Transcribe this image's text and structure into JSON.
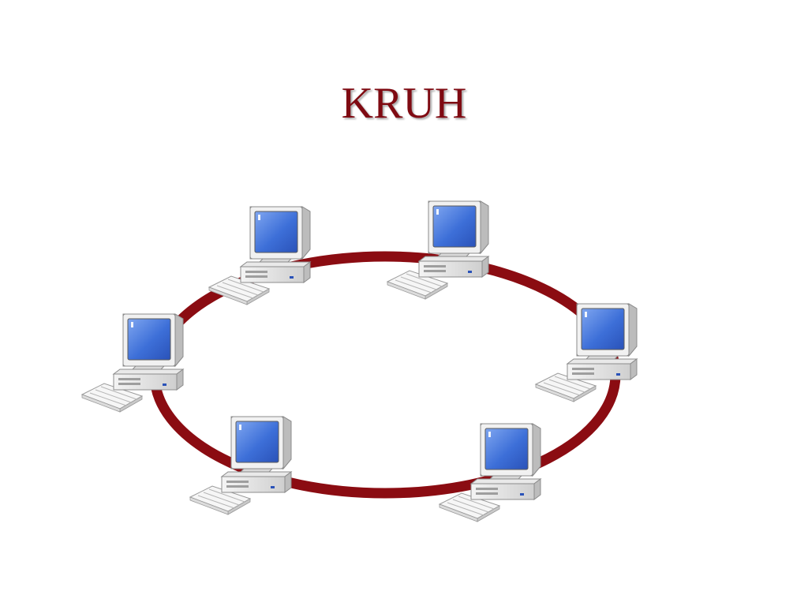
{
  "slide": {
    "title": "KRUH",
    "title_color": "#7f0a12"
  },
  "diagram": {
    "type": "ring-network",
    "ring_color": "#8b0c12",
    "node_count": 6,
    "node_icon": "desktop-computer-icon",
    "monitor_screen_color": "#3d6fd8"
  }
}
